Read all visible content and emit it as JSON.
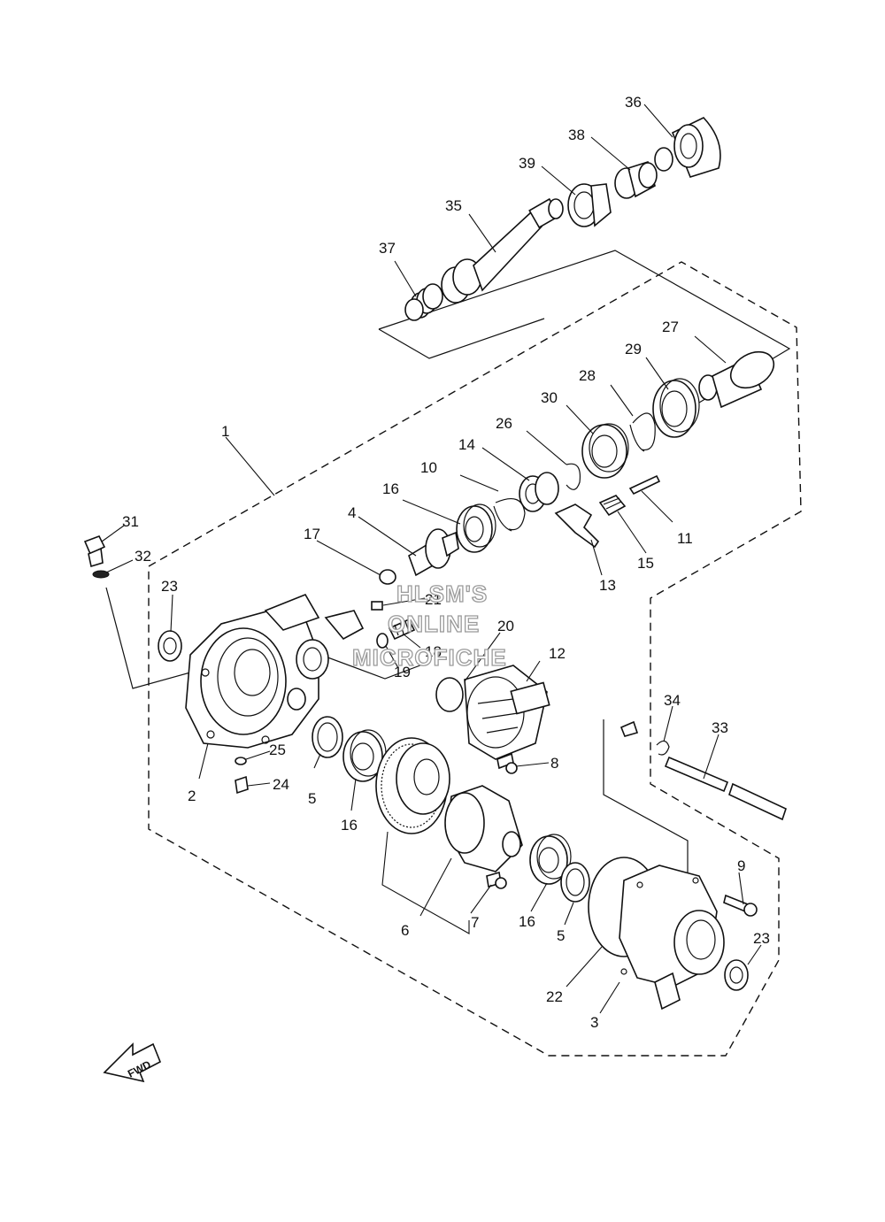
{
  "watermark": {
    "line1": "HLSM'S",
    "line2": "ONLINE",
    "line3": "MICROFICHE"
  },
  "direction_label": "FWD",
  "callouts": [
    "1",
    "2",
    "3",
    "4",
    "5",
    "5",
    "6",
    "7",
    "8",
    "9",
    "10",
    "11",
    "12",
    "13",
    "14",
    "15",
    "16",
    "16",
    "16",
    "17",
    "18",
    "19",
    "20",
    "21",
    "22",
    "23",
    "23",
    "24",
    "25",
    "26",
    "27",
    "28",
    "29",
    "30",
    "31",
    "32",
    "33",
    "34",
    "35",
    "36",
    "37",
    "38",
    "39"
  ]
}
